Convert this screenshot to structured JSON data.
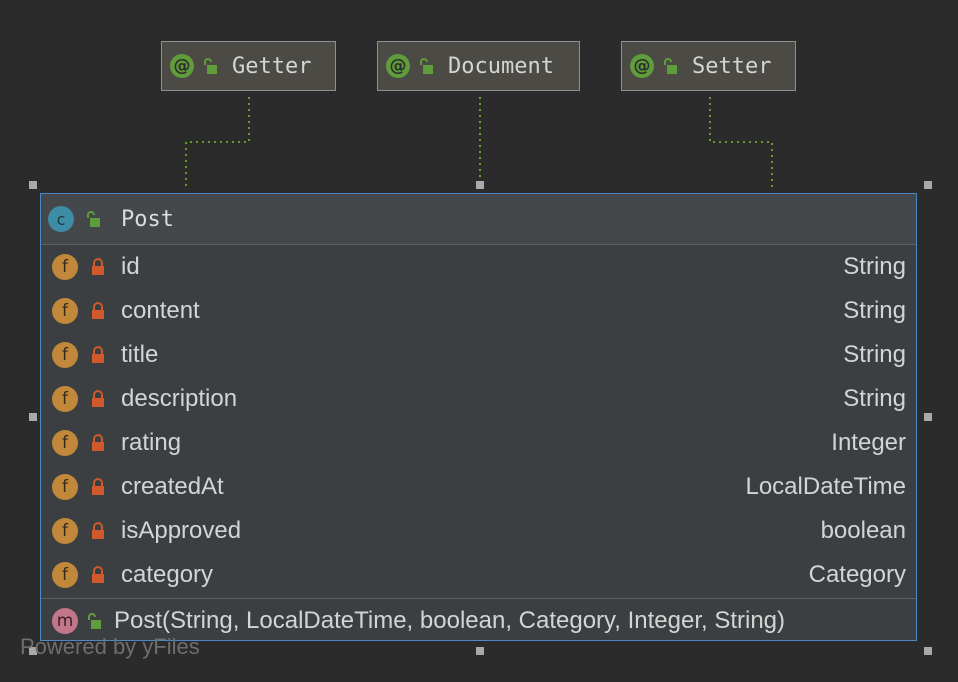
{
  "annotations": [
    {
      "icon": "@",
      "label": "Getter"
    },
    {
      "icon": "@",
      "label": "Document"
    },
    {
      "icon": "@",
      "label": "Setter"
    }
  ],
  "class_node": {
    "icon": "c",
    "name": "Post",
    "fields": [
      {
        "icon": "f",
        "name": "id",
        "type": "String"
      },
      {
        "icon": "f",
        "name": "content",
        "type": "String"
      },
      {
        "icon": "f",
        "name": "title",
        "type": "String"
      },
      {
        "icon": "f",
        "name": "description",
        "type": "String"
      },
      {
        "icon": "f",
        "name": "rating",
        "type": "Integer"
      },
      {
        "icon": "f",
        "name": "createdAt",
        "type": "LocalDateTime"
      },
      {
        "icon": "f",
        "name": "isApproved",
        "type": "boolean"
      },
      {
        "icon": "f",
        "name": "category",
        "type": "Category"
      }
    ],
    "methods": [
      {
        "icon": "m",
        "signature": "Post(String, LocalDateTime, boolean, Category, Integer, String)"
      }
    ]
  },
  "watermark": "Powered by yFiles",
  "colors": {
    "background": "#2b2b2b",
    "selection_border": "#4a88c7",
    "annotation_icon": "#5f9d3b",
    "class_icon": "#3d8da7",
    "field_icon": "#c1873b",
    "method_icon": "#c2768a",
    "private_lock": "#d0582a",
    "connector": "#6a9a2a"
  }
}
